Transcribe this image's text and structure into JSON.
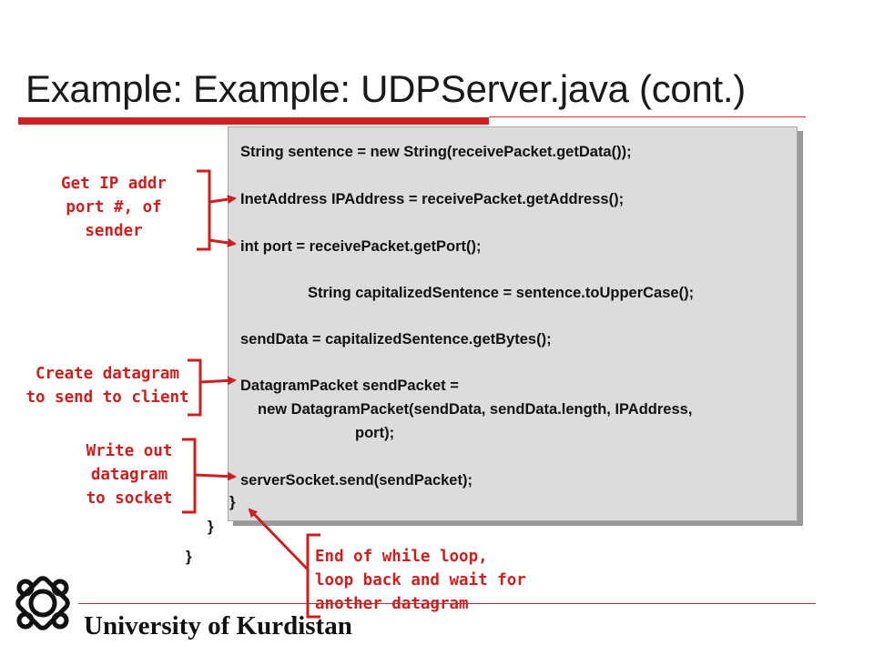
{
  "title": "Example: Example: UDPServer.java (cont.)",
  "code": {
    "line1": "String sentence = new String(receivePacket.getData());",
    "line2": "InetAddress IPAddress = receivePacket.getAddress();",
    "line3": "int port = receivePacket.getPort();",
    "line4": "String capitalizedSentence = sentence.toUpperCase();",
    "line5": "sendData = capitalizedSentence.getBytes();",
    "line6": "DatagramPacket sendPacket =",
    "line7": "new DatagramPacket(sendData, sendData.length, IPAddress,",
    "line8": "port);",
    "line9": "serverSocket.send(sendPacket);",
    "brace_inner": "}",
    "brace_mid": "}",
    "brace_outer": "}"
  },
  "annotations": {
    "get_ip": [
      "Get IP addr",
      "port #, of",
      "sender"
    ],
    "create_datagram": [
      "Create datagram",
      "to send to client"
    ],
    "write_out": [
      "Write out",
      "datagram",
      "to socket"
    ],
    "end_loop": [
      "End of while loop,",
      "loop back and wait for",
      "another datagram"
    ]
  },
  "footer": {
    "university": "University of Kurdistan",
    "logo_icon": "university-logo-icon"
  },
  "colors": {
    "accent_red": "#cc2222",
    "annotation_red": "#cc1f1f",
    "code_background": "#dcdcdc"
  }
}
